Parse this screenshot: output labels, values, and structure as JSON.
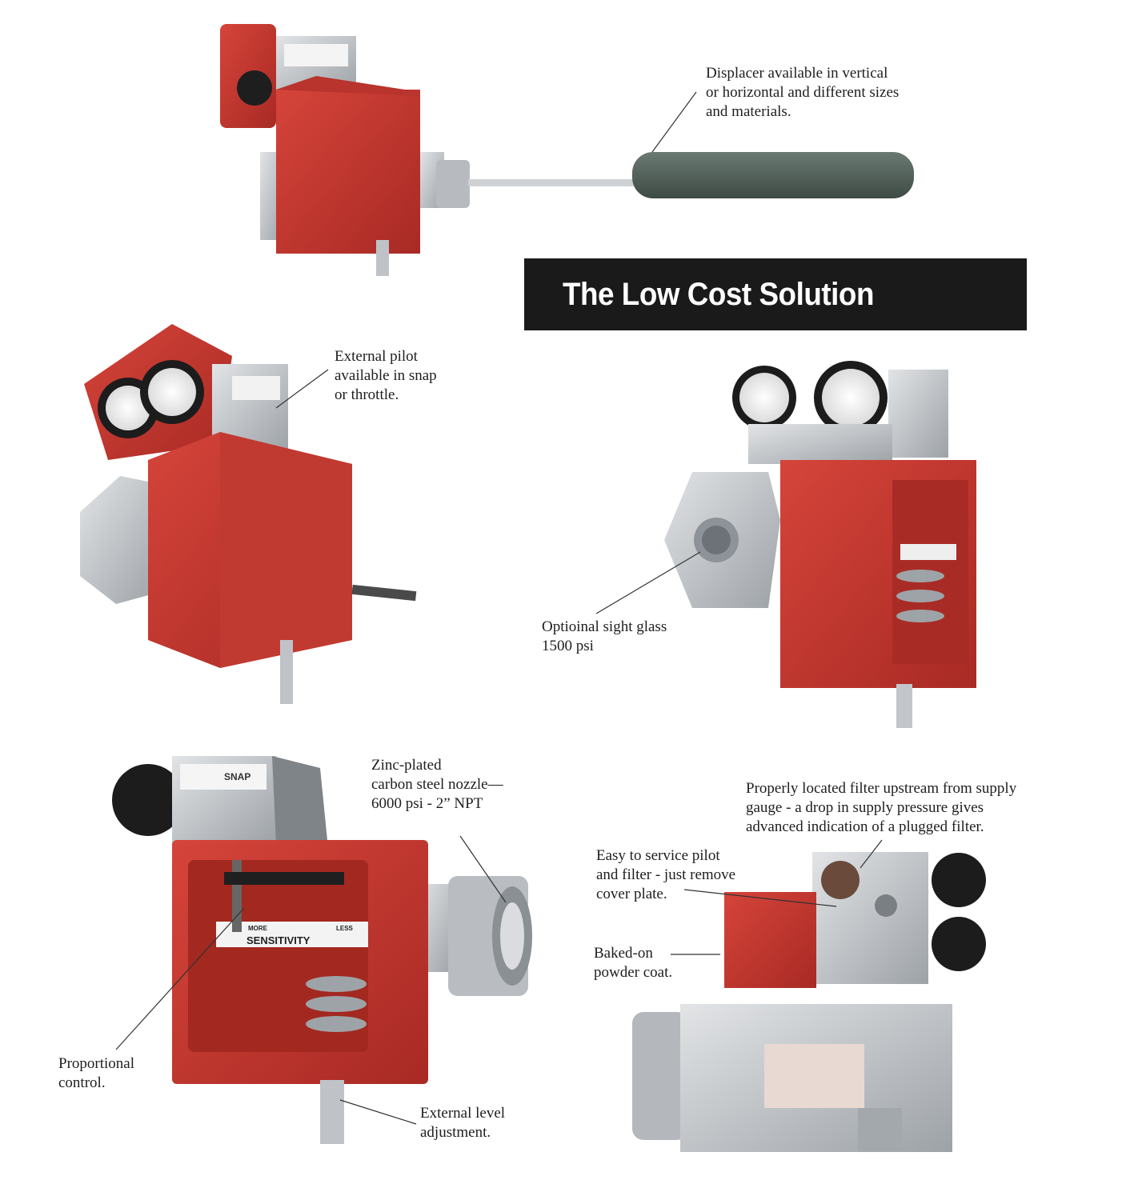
{
  "banner": {
    "title": "The Low Cost Solution"
  },
  "captions": {
    "displacer": "Displacer available in vertical\nor horizontal and different sizes\nand materials.",
    "pilot": "External pilot\navailable in snap\nor throttle.",
    "sight_glass": "Optioinal sight glass\n1500 psi",
    "nozzle": "Zinc-plated\ncarbon steel nozzle—\n6000 psi - 2” NPT",
    "proportional": "Proportional\ncontrol.",
    "level_adjust": "External level\nadjustment.",
    "filter": "Properly located filter upstream from supply\ngauge - a drop in supply pressure gives\nadvanced indication of a plugged filter.",
    "service": "Easy to service pilot\nand filter - just remove\ncover plate.",
    "powder": "Baked-on\npowder coat."
  },
  "labels": {
    "snap_plate": "SNAP",
    "sensitivity": "SENSITIVITY",
    "more": "MORE",
    "less": "LESS"
  },
  "colors": {
    "housing_red": "#c4362e",
    "aluminum": "#c9ccd0",
    "displacer_green": "#4f5e57",
    "banner_bg": "#1b1a1a"
  }
}
